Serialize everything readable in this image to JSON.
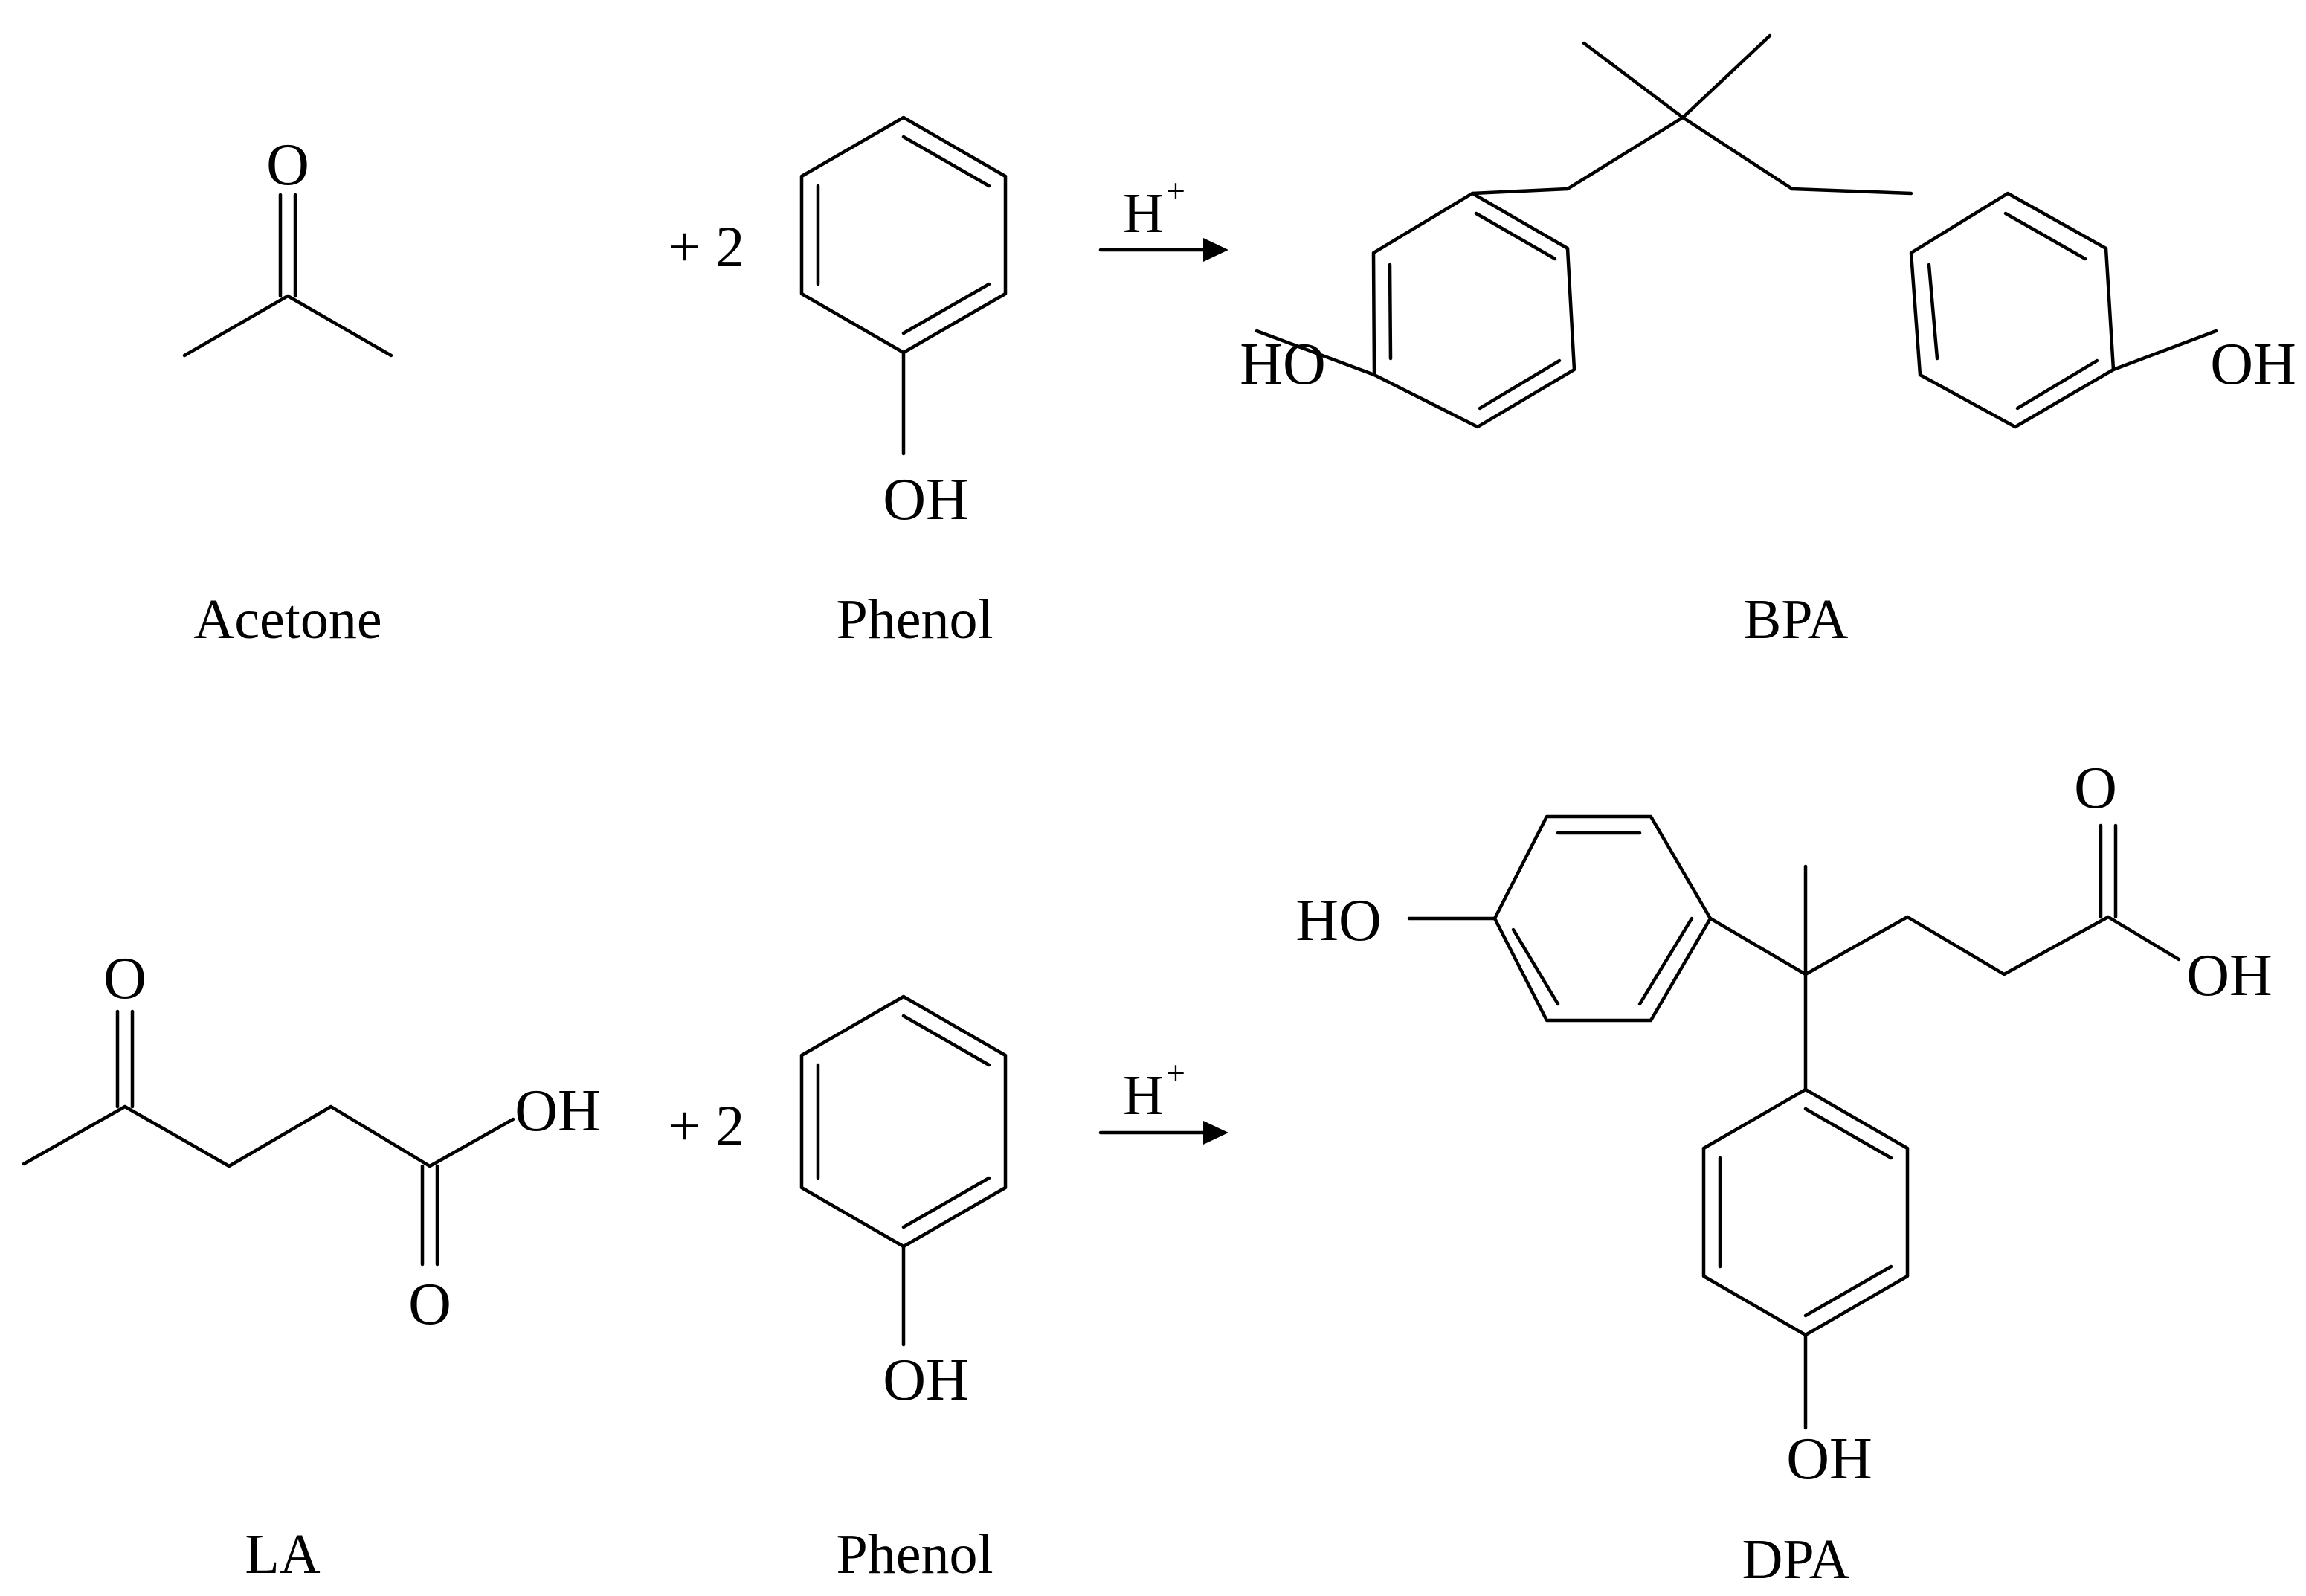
{
  "reactions": [
    {
      "reactant_1": {
        "name": "Acetone",
        "atoms": {
          "carbonyl_o": "O"
        }
      },
      "coefficient": "+ 2",
      "reactant_2": {
        "name": "Phenol",
        "atoms": {
          "oh": "OH"
        }
      },
      "condition": {
        "base": "H",
        "superscript": "+"
      },
      "product": {
        "name": "BPA",
        "atoms": {
          "oh_left": "HO",
          "oh_right": "OH"
        }
      }
    },
    {
      "reactant_1": {
        "name": "LA",
        "atoms": {
          "ketone_o": "O",
          "acid_oh": "OH",
          "acid_o": "O"
        }
      },
      "coefficient": "+ 2",
      "reactant_2": {
        "name": "Phenol",
        "atoms": {
          "oh": "OH"
        }
      },
      "condition": {
        "base": "H",
        "superscript": "+"
      },
      "product": {
        "name": "DPA",
        "atoms": {
          "oh_left": "HO",
          "acid_o": "O",
          "acid_oh": "OH",
          "oh_bottom": "OH"
        }
      }
    }
  ]
}
